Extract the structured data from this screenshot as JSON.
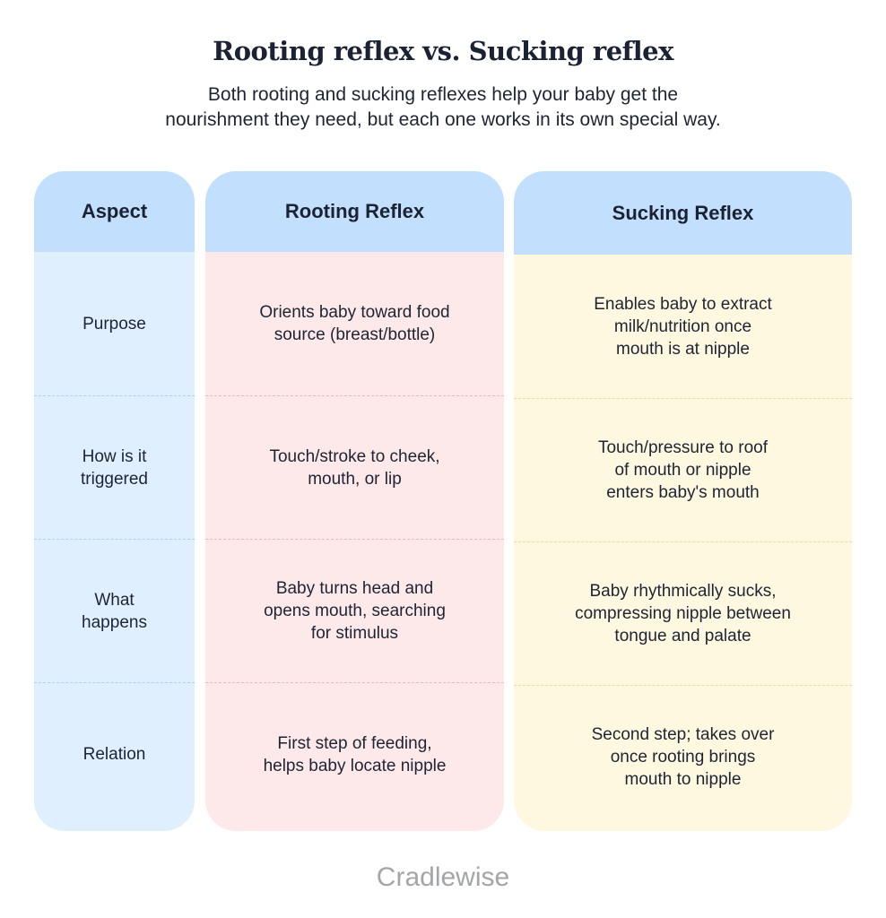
{
  "title": "Rooting reflex vs. Sucking reflex",
  "subtitle": "Both rooting and sucking reflexes help your baby get the\nnourishment they need, but each one works in its own special way.",
  "columns": [
    {
      "header": "Aspect",
      "cells": [
        "Purpose",
        "How is it\ntriggered",
        "What\nhappens",
        "Relation"
      ]
    },
    {
      "header": "Rooting Reflex",
      "cells": [
        "Orients baby toward food\nsource (breast/bottle)",
        "Touch/stroke to cheek,\nmouth, or lip",
        "Baby turns head and\nopens mouth, searching\nfor stimulus",
        "First step of feeding,\nhelps baby locate nipple"
      ]
    },
    {
      "header": "Sucking Reflex",
      "cells": [
        "Enables baby to extract\nmilk/nutrition once\nmouth is at nipple",
        "Touch/pressure to roof\nof mouth or nipple\nenters baby's mouth",
        "Baby rhythmically sucks,\ncompressing nipple between\ntongue and palate",
        "Second step; takes over\nonce rooting brings\nmouth to nipple"
      ]
    }
  ],
  "brand": "Cradlewise",
  "colors": {
    "header": "#c2e0fd",
    "aspect": "#dfeffe",
    "rooting": "#fde9ea",
    "sucking": "#fef8e0"
  }
}
